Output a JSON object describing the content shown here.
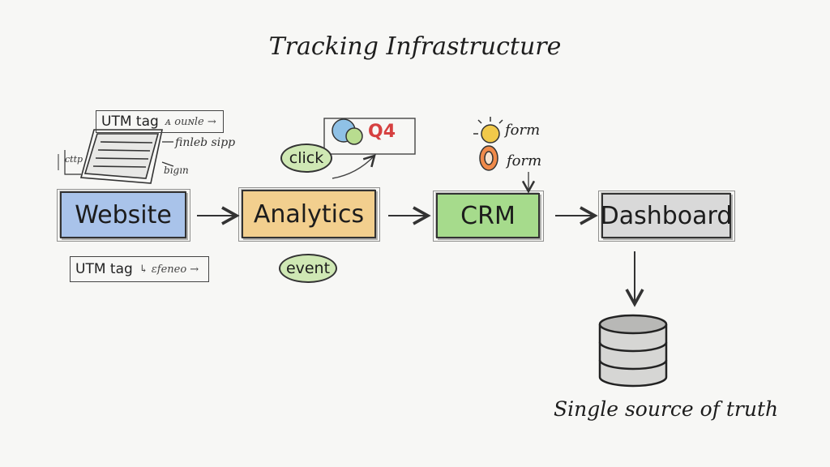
{
  "title": "Tracking Infrastructure",
  "nodes": {
    "website": {
      "label": "Website",
      "color": "#a9c3ea"
    },
    "analytics": {
      "label": "Analytics",
      "color": "#f2cf8e"
    },
    "crm": {
      "label": "CRM",
      "color": "#a6db8c"
    },
    "dashboard": {
      "label": "Dashboard",
      "color": "#d9d9d9"
    }
  },
  "website_annotations": {
    "top_tag": {
      "label": "UTM tag",
      "note": "ᴀ ouɴle →"
    },
    "side_notes": [
      "finleb sipp",
      "bıgın",
      "cttp"
    ],
    "bottom_tag": {
      "label": "UTM tag",
      "note": "↳ ɛfeneo →"
    }
  },
  "analytics_annotations": {
    "click": "click",
    "event": "event",
    "q4": "Q4",
    "pill_color": "#cfe8b4",
    "q4_accent": "#d64040",
    "circle_blue": "#8fc1e6",
    "circle_green": "#b8dc8f"
  },
  "crm_annotations": {
    "form_top": "form",
    "form_bottom": "form",
    "lamp_yellow": "#f1c94a",
    "lamp_orange": "#f08a4a"
  },
  "database": {
    "caption": "Single source of truth"
  }
}
